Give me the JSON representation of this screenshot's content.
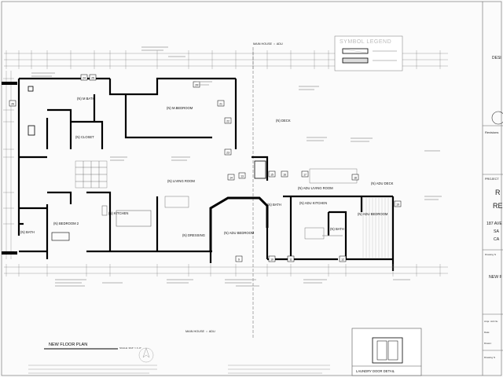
{
  "legend": {
    "title": "SYMBOL LEGEND"
  },
  "markers": {
    "top": "MAIN HOUSE ⇔ ADU",
    "bottom": "MAIN HOUSE ⇔ ADU"
  },
  "rooms": [
    {
      "label": "(N) M BATH"
    },
    {
      "label": "(N) CLOSET"
    },
    {
      "label": "(N) M.BEDROOM"
    },
    {
      "label": "(N) DECK"
    },
    {
      "label": "(N) LIVING ROOM"
    },
    {
      "label": "(N) KITCHEN"
    },
    {
      "label": "(N) BEDROOM 2"
    },
    {
      "label": "(N) BATH"
    },
    {
      "label": "(N) DRESSING"
    },
    {
      "label": "(N) ADU BEDROOM"
    },
    {
      "label": "(N) BATH"
    },
    {
      "label": "(N) ADU LIVING ROOM"
    },
    {
      "label": "(N) ADU DECK"
    },
    {
      "label": "(N) ADU KITCHEN"
    },
    {
      "label": "(N) BATH 1"
    },
    {
      "label": "(N) ADU BEDROOM"
    }
  ],
  "tags": [
    "24",
    "25",
    "26",
    "20",
    "21",
    "22",
    "23",
    "13",
    "14",
    "15",
    "16",
    "17",
    "18",
    "19",
    "9",
    "10",
    "11",
    "12"
  ],
  "plan_title": "NEW FLOOR PLAN",
  "plan_scale": "SCALE: 3/16\" = 1'-0\"",
  "laundry_title": "LAUNDRY DOOR DETAIL",
  "title_block": {
    "firm": "DESI",
    "revisions": "Revisions",
    "project": "PROJECT",
    "project_code_a": "R",
    "project_code_b": "RE",
    "address_1": "187 AVE",
    "address_2": "SA",
    "address_3": "CA",
    "drawing_label": "Drawing N",
    "drawing_name": "NEW F",
    "field_a": "Arqs: Job Nu",
    "field_b": "Date:",
    "field_c": "Drawn:",
    "field_d": "Drawing N"
  }
}
